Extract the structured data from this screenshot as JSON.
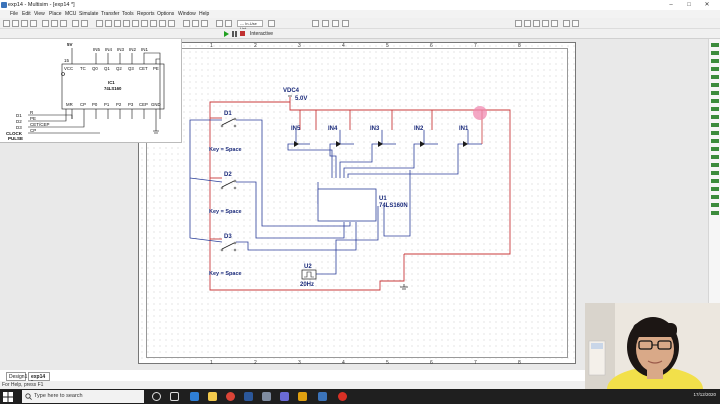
{
  "window": {
    "title": "exp14 - Multisim - [exp14 *]"
  },
  "menu": {
    "items": [
      "File",
      "Edit",
      "View",
      "Place",
      "MCU",
      "Simulate",
      "Transfer",
      "Tools",
      "Reports",
      "Options",
      "Window",
      "Help"
    ]
  },
  "toolbar": {
    "in_use_list": "--- In-Use List ---",
    "sim_mode": "Interactive"
  },
  "schematic": {
    "vdc_label": "VDC4",
    "vdc_value": "5.0V",
    "switches": [
      {
        "name": "D1",
        "key": "Key = Space"
      },
      {
        "name": "D2",
        "key": "Key = Space"
      },
      {
        "name": "D3",
        "key": "Key = Space"
      }
    ],
    "probes": [
      "IN5",
      "IN4",
      "IN3",
      "IN2",
      "IN1"
    ],
    "ic_name": "U1",
    "ic_part": "74LS160N",
    "clock_name": "U2",
    "clock_freq": "20Hz",
    "border_numbers": [
      "1",
      "2",
      "3",
      "4",
      "5",
      "6",
      "7",
      "8"
    ]
  },
  "inset": {
    "supply": "5V",
    "pin15": "15",
    "top_pins": [
      "VCC",
      "TC",
      "Q0",
      "Q1",
      "Q2",
      "Q3",
      "CET",
      "PE"
    ],
    "top_labels": [
      "IN5",
      "IN4",
      "IN3",
      "IN2",
      "IN1"
    ],
    "ic_name": "IC1",
    "ic_part": "74LS160",
    "bottom_pins": [
      "MR",
      "CP",
      "P0",
      "P1",
      "P2",
      "P3",
      "CEP",
      "GND"
    ],
    "inputs": [
      "D1",
      "D2",
      "D3"
    ],
    "input_signals": [
      "R",
      "PE",
      "CET/CEP",
      "CP"
    ],
    "clock_label": "CLOCK",
    "pulse_label": "PULSE"
  },
  "tabs": {
    "design": "Design1",
    "exp": "exp14 *"
  },
  "status": {
    "help": "For Help, press F1"
  },
  "taskbar": {
    "search": "Type here to search",
    "date": "17/12/2020"
  }
}
